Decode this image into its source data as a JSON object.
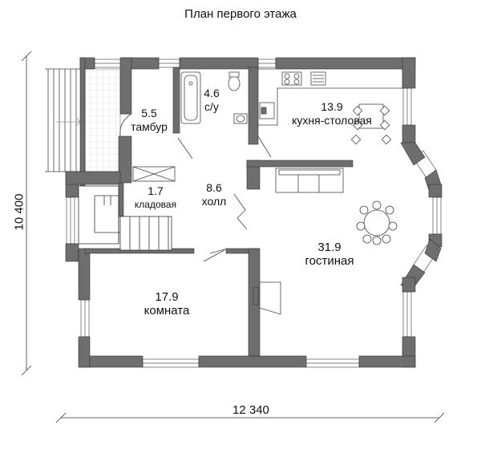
{
  "title": "План первого этажа",
  "dimensions": {
    "width": "12 340",
    "height": "10 400"
  },
  "rooms": [
    {
      "area": "5.5",
      "name": "тамбур"
    },
    {
      "area": "4.6",
      "name": "с/у"
    },
    {
      "area": "13.9",
      "name": "кухня-столовая"
    },
    {
      "area": "1.7",
      "name": "кладовая"
    },
    {
      "area": "8.6",
      "name": "холл"
    },
    {
      "area": "31.9",
      "name": "гостиная"
    },
    {
      "area": "17.9",
      "name": "комната"
    }
  ],
  "colors": {
    "wall": "#6e6e6e",
    "line": "#222222",
    "background": "#ffffff"
  }
}
